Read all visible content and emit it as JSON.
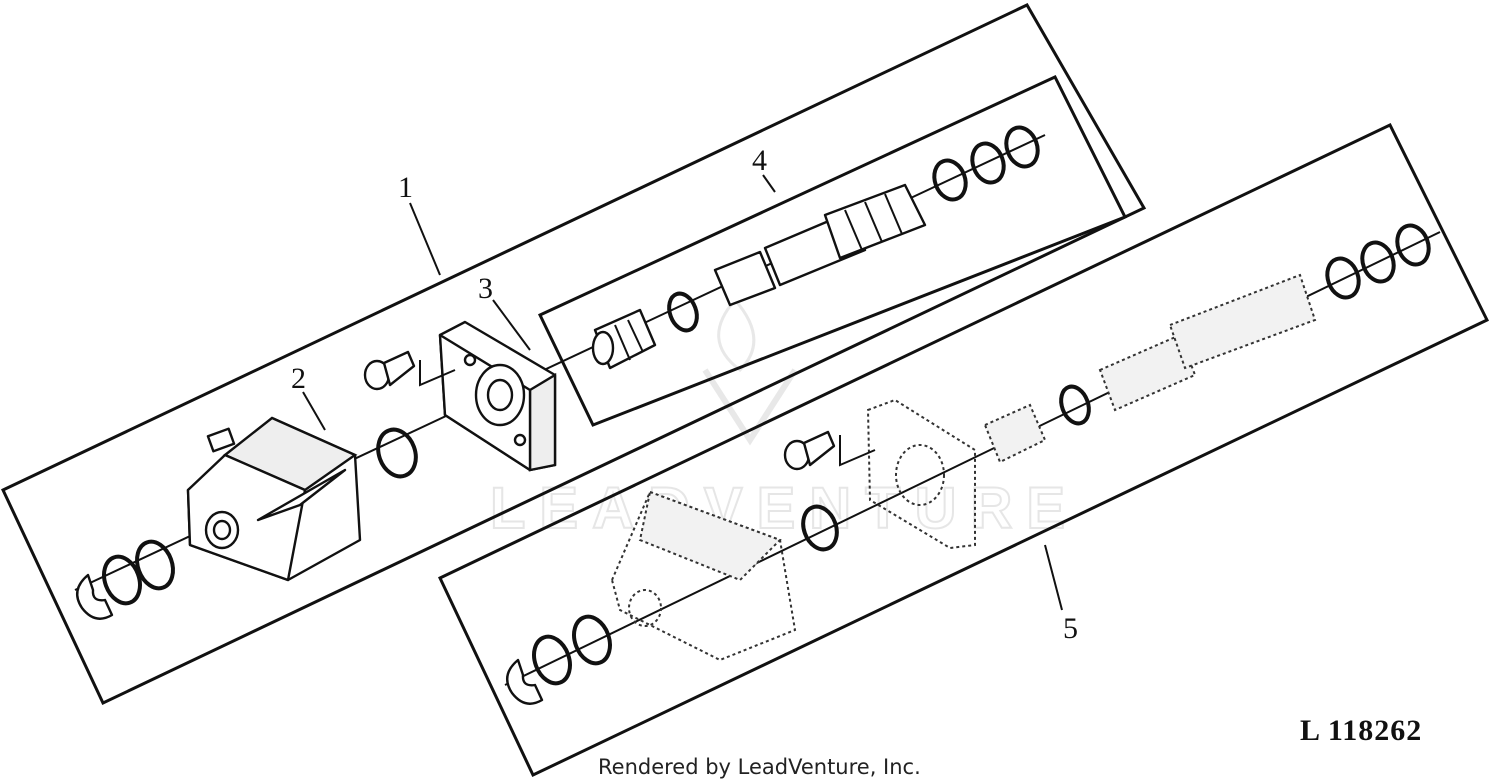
{
  "diagram": {
    "callouts": [
      {
        "id": "1",
        "label": "1"
      },
      {
        "id": "2",
        "label": "2"
      },
      {
        "id": "3",
        "label": "3"
      },
      {
        "id": "4",
        "label": "4"
      },
      {
        "id": "5",
        "label": "5"
      }
    ],
    "drawing_code": "L 118262",
    "footer": "Rendered by LeadVenture, Inc.",
    "watermark": "LEADVENTURE"
  }
}
